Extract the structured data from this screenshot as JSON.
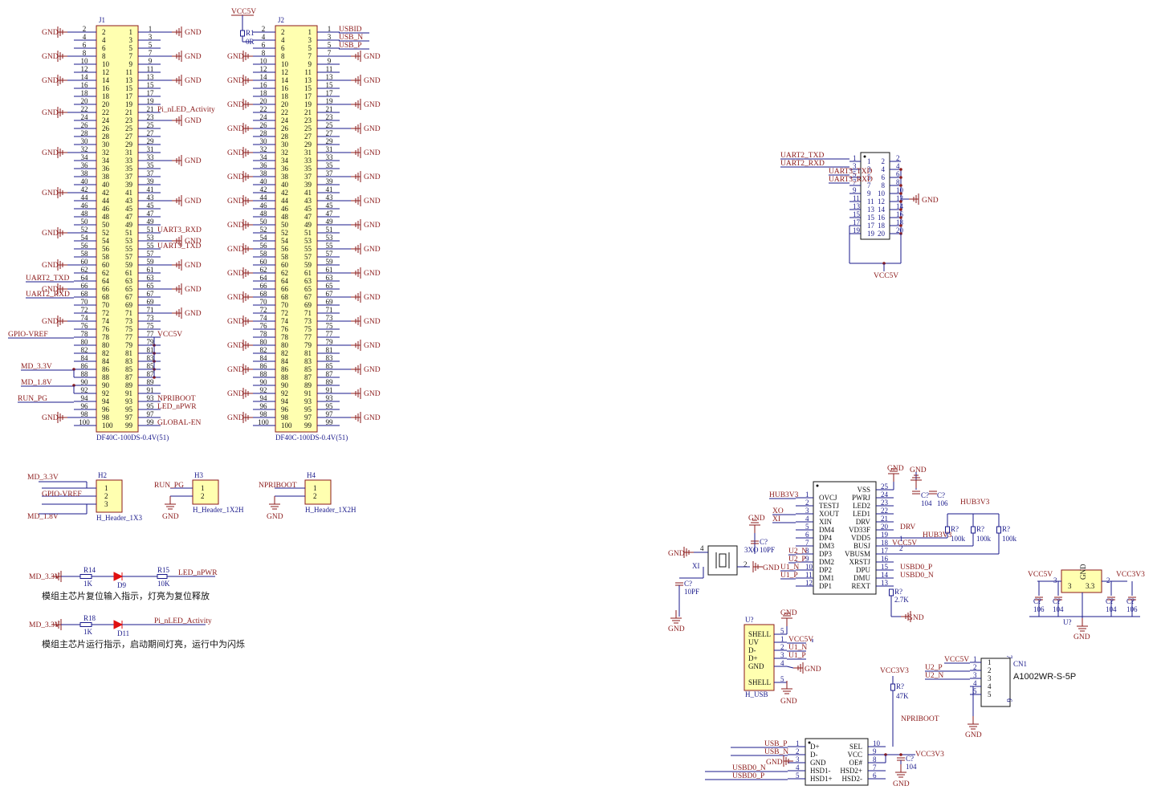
{
  "colors": {
    "wire": "#1a1a8b",
    "part_outline": "#8b1a1a",
    "part_fill": "#ffffb0",
    "net_label": "#8b1a1a",
    "ground": "#8b1a1a",
    "pin_text": "#111111",
    "led": "#e01010"
  },
  "j1": {
    "ref": "J1",
    "part": "DF40C-100DS-0.4V(51)",
    "left_labels": [
      {
        "net": "GND",
        "pin_index": 0
      },
      {
        "net": "GND",
        "pin_index": 3
      },
      {
        "net": "GND",
        "pin_index": 6
      },
      {
        "net": "GND",
        "pin_index": 10
      },
      {
        "net": "GND",
        "pin_index": 15
      },
      {
        "net": "GND",
        "pin_index": 20
      },
      {
        "net": "GND",
        "pin_index": 25
      },
      {
        "net": "GND",
        "pin_index": 29
      },
      {
        "net": "UART2_TXD",
        "pin_index": 31
      },
      {
        "net": "GND",
        "pin_index": 32
      },
      {
        "net": "UART2_RXD",
        "pin_index": 33
      },
      {
        "net": "GND",
        "pin_index": 36
      },
      {
        "net": "GPIO-VREF",
        "pin_index": 38
      },
      {
        "net": "MD_3.3V",
        "pin_index": 42
      },
      {
        "net": "MD_1.8V",
        "pin_index": 44
      },
      {
        "net": "RUN_PG",
        "pin_index": 46
      },
      {
        "net": "GND",
        "pin_index": 48
      }
    ],
    "right_labels": [
      {
        "net": "GND",
        "pin_index": 0
      },
      {
        "net": "GND",
        "pin_index": 3
      },
      {
        "net": "GND",
        "pin_index": 6
      },
      {
        "net": "Pi_nLED_Activity",
        "pin_index": 10
      },
      {
        "net": "GND",
        "pin_index": 11
      },
      {
        "net": "GND",
        "pin_index": 16
      },
      {
        "net": "GND",
        "pin_index": 21
      },
      {
        "net": "UART3_RXD",
        "pin_index": 25
      },
      {
        "net": "GND",
        "pin_index": 26
      },
      {
        "net": "UART3_TXD",
        "pin_index": 27
      },
      {
        "net": "GND",
        "pin_index": 29
      },
      {
        "net": "GND",
        "pin_index": 32
      },
      {
        "net": "GND",
        "pin_index": 35
      },
      {
        "net": "VCC5V",
        "pin_index": 38
      },
      {
        "net": "NPRIBOOT",
        "pin_index": 46
      },
      {
        "net": "LED_nPWR",
        "pin_index": 47
      },
      {
        "net": "GLOBAL-EN",
        "pin_index": 49
      }
    ]
  },
  "j2": {
    "ref": "J2",
    "part": "DF40C-100DS-0.4V(51)",
    "top_supply": "VCC5V",
    "resistor_ref": "R1",
    "resistor_val": "0R",
    "right_top_labels": [
      "USBID",
      "USB_N",
      "USB_P"
    ],
    "gnd": "GND"
  },
  "hub_conn": {
    "labels_left": [
      "UART2_TXD",
      "UART2_RXD",
      "UART3_TXD",
      "UART3_RXD"
    ],
    "left_pins": [
      "1",
      "3",
      "5",
      "7",
      "9",
      "11",
      "13",
      "15",
      "17",
      "19"
    ],
    "right_pins": [
      "2",
      "4",
      "6",
      "8",
      "10",
      "12",
      "14",
      "16",
      "18",
      "20"
    ],
    "supply": "VCC5V",
    "gnd": "GND"
  },
  "headers": [
    {
      "ref": "H2",
      "part": "H_Header_1X3",
      "pins": [
        "1",
        "2",
        "3"
      ],
      "nets": [
        "MD_3.3V",
        "GPIO-VREF",
        "MD_1.8V"
      ]
    },
    {
      "ref": "H3",
      "part": "H_Header_1X2H",
      "pins": [
        "1",
        "2"
      ],
      "nets": [
        "RUN_PG",
        "GND"
      ]
    },
    {
      "ref": "H4",
      "part": "H_Header_1X2H",
      "pins": [
        "1",
        "2"
      ],
      "nets": [
        "NPRIBOOT",
        "GND"
      ]
    }
  ],
  "led_circuits": [
    {
      "supply": "MD_3.3V",
      "r1_ref": "R14",
      "r1_val": "1K",
      "led_ref": "D9",
      "r2_ref": "R15",
      "r2_val": "10K",
      "net": "LED_nPWR",
      "note": "模组主芯片复位输入指示，灯亮为复位释放"
    },
    {
      "supply": "MD_3.3V",
      "r1_ref": "R18",
      "r1_val": "1K",
      "led_ref": "D11",
      "net": "Pi_nLED_Activity",
      "note": "模组主芯片运行指示，启动期间灯亮，运行中为闪烁"
    }
  ],
  "hub_ic": {
    "left_pins": [
      {
        "num": "1",
        "name": "OVCJ",
        "net": "HUB3V3"
      },
      {
        "num": "2",
        "name": "TESTJ"
      },
      {
        "num": "3",
        "name": "XOUT",
        "net": "XO"
      },
      {
        "num": "4",
        "name": "XIN",
        "net": "XI"
      },
      {
        "num": "5",
        "name": "DM4"
      },
      {
        "num": "6",
        "name": "DP4"
      },
      {
        "num": "7",
        "name": "DM3"
      },
      {
        "num": "8",
        "name": "DP3",
        "net": "U2_N"
      },
      {
        "num": "9",
        "name": "DM2",
        "net": "U2_P"
      },
      {
        "num": "10",
        "name": "DP2",
        "net": "U1_N"
      },
      {
        "num": "11",
        "name": "DM1",
        "net": "U1_P"
      },
      {
        "num": "12",
        "name": "DP1"
      }
    ],
    "right_pins": [
      {
        "num": "25",
        "name": "VSS"
      },
      {
        "num": "24",
        "name": "PWRJ"
      },
      {
        "num": "23",
        "name": "LED2"
      },
      {
        "num": "22",
        "name": "LED1"
      },
      {
        "num": "21",
        "name": "DRV"
      },
      {
        "num": "20",
        "name": "VD33F",
        "net": "DRV"
      },
      {
        "num": "19",
        "name": "VDD5",
        "net": "HUB3V3"
      },
      {
        "num": "18",
        "name": "BUSJ",
        "net": "VCC5V"
      },
      {
        "num": "17",
        "name": "VBUSM"
      },
      {
        "num": "16",
        "name": "XRSTJ"
      },
      {
        "num": "15",
        "name": "DPU",
        "net": "USBD0_P"
      },
      {
        "num": "14",
        "name": "DMU",
        "net": "USBD0_N"
      },
      {
        "num": "13",
        "name": "REXT"
      }
    ],
    "gnd": "GND",
    "cap1_ref": "C?",
    "cap1_val": "104",
    "cap2_ref": "C?",
    "cap2_val": "106",
    "pull_supply": "HUB3V3",
    "pullups": [
      {
        "ref": "R?",
        "val": "100k"
      },
      {
        "ref": "R?",
        "val": "100k"
      },
      {
        "ref": "R?",
        "val": "100k"
      }
    ],
    "rext": {
      "ref": "R?",
      "val": "2.7K"
    },
    "crystal": {
      "x1": "XI",
      "x3": "3XO",
      "cap_a": {
        "ref": "C?",
        "val": "10PF"
      },
      "cap_b": {
        "ref": "C?",
        "val": "10PF"
      }
    }
  },
  "ldo": {
    "pin3": "3",
    "pin2": "2",
    "part_val": "3.3",
    "gnd_pin": "GND",
    "in": "VCC5V",
    "out": "VCC3V3",
    "ref": "U?",
    "caps": [
      {
        "ref": "C?",
        "val": "106"
      },
      {
        "ref": "C?",
        "val": "104"
      },
      {
        "ref": "C?",
        "val": "104"
      },
      {
        "ref": "C?",
        "val": "106"
      }
    ]
  },
  "usb_jack": {
    "ref": "U?",
    "part": "H_USB",
    "pins": [
      {
        "num": "5",
        "name": "SHELL"
      },
      {
        "num": "1",
        "name": "UV",
        "net": "VCC5V"
      },
      {
        "num": "2",
        "name": "D-",
        "net": "U1_N"
      },
      {
        "num": "3",
        "name": "D+",
        "net": "U1_P"
      },
      {
        "num": "4",
        "name": "GND"
      },
      {
        "num": "5",
        "name": "SHELL"
      }
    ]
  },
  "a1002": {
    "part": "A1002WR-S-5P",
    "ref": "CN1",
    "pins": [
      {
        "num": "1",
        "net": "VCC5V"
      },
      {
        "num": "2",
        "net": "U2_P"
      },
      {
        "num": "3",
        "net": "U2_N"
      },
      {
        "num": "4"
      },
      {
        "num": "5"
      }
    ],
    "side_pins": [
      "7",
      "6"
    ]
  },
  "usb_switch": {
    "left": [
      {
        "num": "1",
        "name": "D+",
        "net": "USB_P"
      },
      {
        "num": "2",
        "name": "D-",
        "net": "USB_N"
      },
      {
        "num": "3",
        "name": "GND"
      },
      {
        "num": "4",
        "name": "HSD1-",
        "net": "USBD0_N"
      },
      {
        "num": "5",
        "name": "HSD1+",
        "net": "USBD0_P"
      }
    ],
    "right": [
      {
        "num": "10",
        "name": "SEL"
      },
      {
        "num": "9",
        "name": "VCC"
      },
      {
        "num": "8",
        "name": "OE#"
      },
      {
        "num": "7",
        "name": "HSD2+"
      },
      {
        "num": "6",
        "name": "HSD2-"
      }
    ],
    "supply": "VCC3V3",
    "pull_ref": "R?",
    "pull_val": "47K",
    "pull_net": "NPRIBOOT",
    "cap_ref": "C?",
    "cap_val": "104"
  }
}
